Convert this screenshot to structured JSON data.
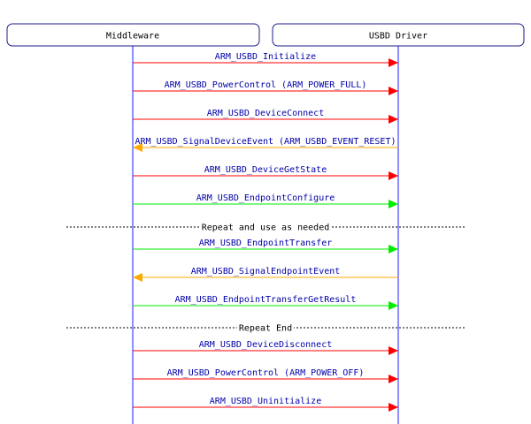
{
  "actors": [
    {
      "label": "Middleware"
    },
    {
      "label": "USBD Driver"
    }
  ],
  "colors": {
    "red": "#ff0000",
    "green": "#00ee00",
    "orange": "#ffaa00",
    "lifeline": "#1c1cff",
    "text": "#0000aa"
  },
  "messages": [
    {
      "label": "ARM_USBD_Initialize",
      "dir": "right",
      "color": "red"
    },
    {
      "label": "ARM_USBD_PowerControl (ARM_POWER_FULL)",
      "dir": "right",
      "color": "red"
    },
    {
      "label": "ARM_USBD_DeviceConnect",
      "dir": "right",
      "color": "red"
    },
    {
      "label": "ARM_USBD_SignalDeviceEvent (ARM_USBD_EVENT_RESET)",
      "dir": "left",
      "color": "orange"
    },
    {
      "label": "ARM_USBD_DeviceGetState",
      "dir": "right",
      "color": "red"
    },
    {
      "label": "ARM_USBD_EndpointConfigure",
      "dir": "right",
      "color": "green"
    },
    {
      "separator": "Repeat and use as needed"
    },
    {
      "label": "ARM_USBD_EndpointTransfer",
      "dir": "right",
      "color": "green"
    },
    {
      "label": "ARM_USBD_SignalEndpointEvent",
      "dir": "left",
      "color": "orange"
    },
    {
      "label": "ARM_USBD_EndpointTransferGetResult",
      "dir": "right",
      "color": "green"
    },
    {
      "separator": "Repeat End"
    },
    {
      "label": "ARM_USBD_DeviceDisconnect",
      "dir": "right",
      "color": "red"
    },
    {
      "label": "ARM_USBD_PowerControl (ARM_POWER_OFF)",
      "dir": "right",
      "color": "red"
    },
    {
      "label": "ARM_USBD_Uninitialize",
      "dir": "right",
      "color": "red"
    }
  ]
}
